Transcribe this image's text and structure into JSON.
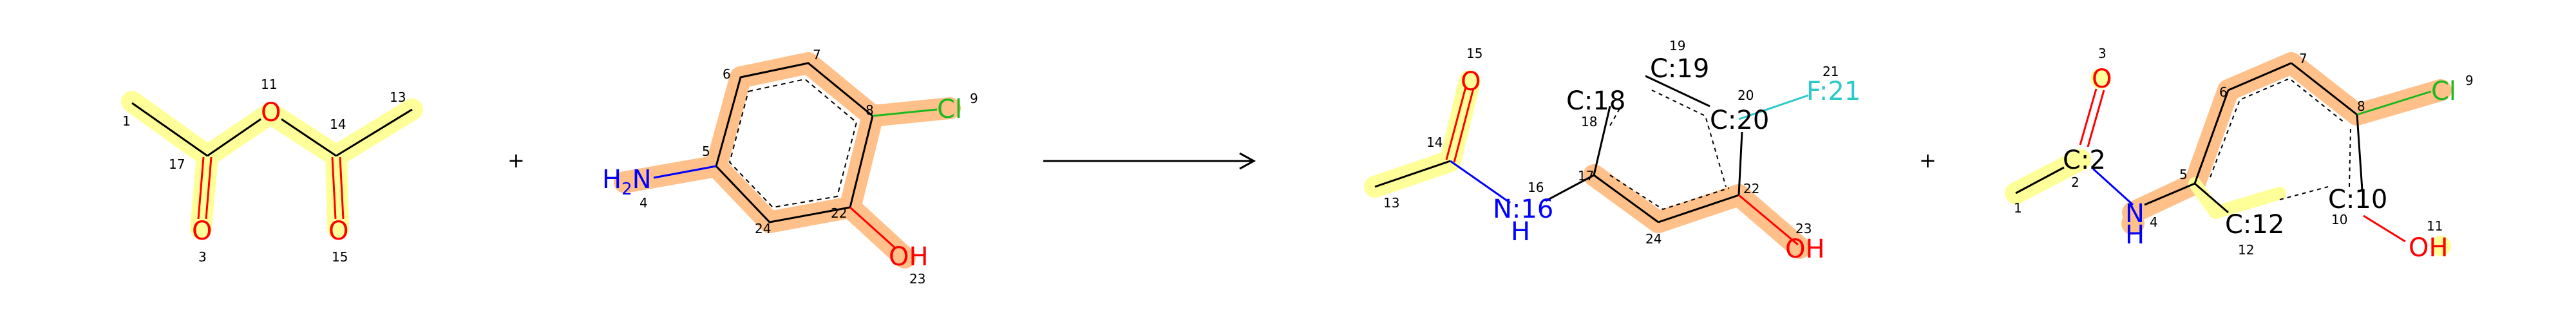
{
  "colors": {
    "bond": "#000000",
    "oxygen": "#ff0000",
    "nitrogen": "#0000ff",
    "chlorine": "#1db81d",
    "fluorine": "#2bc9c9",
    "carbon_label": "#000000",
    "index": "#000000",
    "highlight_yellow": "#ffff99",
    "highlight_orange": "#ffc08a"
  },
  "operators": {
    "plus_1": "+",
    "plus_2": "+"
  },
  "arrow_icon": "reaction-arrow-icon",
  "molecules": {
    "acetic_anhydride": {
      "atoms": [
        {
          "label": "O",
          "element": "O",
          "index": "11"
        },
        {
          "label": "O",
          "element": "O",
          "index": "3"
        },
        {
          "label": "O",
          "element": "O",
          "index": "15"
        }
      ],
      "indices": [
        "1",
        "17",
        "14",
        "13"
      ]
    },
    "aminochlorophenol": {
      "atoms": [
        {
          "label": "H2N",
          "element": "N",
          "index": "4"
        },
        {
          "label": "Cl",
          "element": "Cl",
          "index": "9"
        },
        {
          "label": "OH",
          "element": "O",
          "index": "23"
        }
      ],
      "indices": [
        "6",
        "7",
        "5",
        "8",
        "24",
        "22"
      ]
    },
    "product_fluoro": {
      "atoms": [
        {
          "label": "O",
          "element": "O",
          "index": "15"
        },
        {
          "label": "N:16",
          "element": "N",
          "index": "16",
          "h": "H"
        },
        {
          "label": "C:18",
          "element": "C",
          "index": "18"
        },
        {
          "label": "C:19",
          "element": "C",
          "index": "19"
        },
        {
          "label": "C:20",
          "element": "C",
          "index": "20"
        },
        {
          "label": "F:21",
          "element": "F",
          "index": "21"
        },
        {
          "label": "OH",
          "element": "O",
          "index": "23"
        }
      ],
      "indices": [
        "14",
        "13",
        "17",
        "24",
        "22"
      ]
    },
    "product_chloro": {
      "atoms": [
        {
          "label": "O",
          "element": "O",
          "index": "3"
        },
        {
          "label": "C:2",
          "element": "C",
          "index": "2"
        },
        {
          "label": "N",
          "element": "N",
          "index": "4",
          "h": "H"
        },
        {
          "label": "C:12",
          "element": "C",
          "index": "12"
        },
        {
          "label": "C:10",
          "element": "C",
          "index": "10"
        },
        {
          "label": "Cl",
          "element": "Cl",
          "index": "9"
        },
        {
          "label": "OH",
          "element": "O",
          "index": "11"
        }
      ],
      "indices": [
        "1",
        "6",
        "7",
        "5",
        "8"
      ]
    }
  }
}
